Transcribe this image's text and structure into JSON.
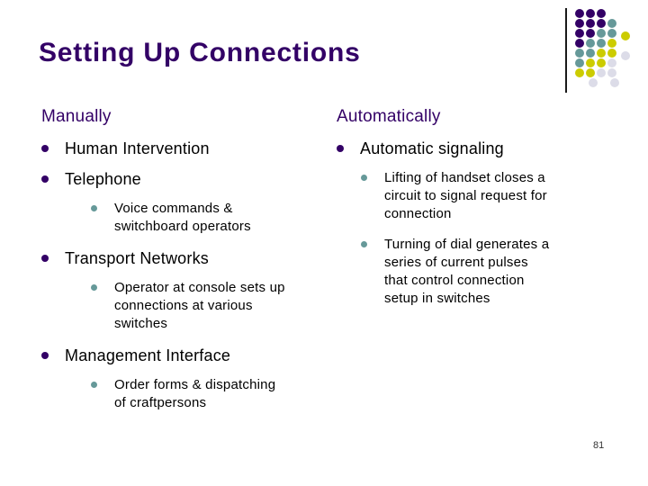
{
  "slide": {
    "title": "Setting Up Connections",
    "page_number": "81",
    "columns": [
      {
        "heading": "Manually",
        "items": [
          {
            "level": 1,
            "text": "Human Intervention"
          },
          {
            "level": 1,
            "text": "Telephone"
          },
          {
            "level": 2,
            "text": "Voice commands &\nswitchboard operators"
          },
          {
            "level": 1,
            "text": "Transport Networks"
          },
          {
            "level": 2,
            "text": "Operator at console sets up\nconnections at various\nswitches"
          },
          {
            "level": 1,
            "text": "Management Interface"
          },
          {
            "level": 2,
            "text": "Order forms & dispatching\nof craftpersons"
          }
        ]
      },
      {
        "heading": "Automatically",
        "items": [
          {
            "level": 1,
            "text": "Automatic signaling"
          },
          {
            "level": 2,
            "text": "Lifting of handset closes a\ncircuit to signal request for\nconnection"
          },
          {
            "level": 2,
            "text": "Turning of dial generates a\nseries of current pulses\nthat control connection\nsetup in switches"
          }
        ]
      }
    ],
    "decoration": {
      "name": "corner-dot-grid",
      "dot_palette": {
        "P": "#330066",
        "T": "#669999",
        "Y": "#CCCC00",
        "L": "#DCDCE8"
      },
      "pattern": [
        "PPP..",
        "PPPT.",
        "PPTTY",
        "PTTY.",
        "TTYYL",
        "TYYL.",
        "YYLL.",
        ".L.L."
      ]
    },
    "colors": {
      "background": "#FFFFFF",
      "title_text": "#330066",
      "heading_text": "#330066",
      "body_text": "#000000",
      "bullet_level1": "#330066",
      "bullet_level2": "#669999",
      "line": "#1A1A1A",
      "page_number_text": "#333333"
    }
  }
}
